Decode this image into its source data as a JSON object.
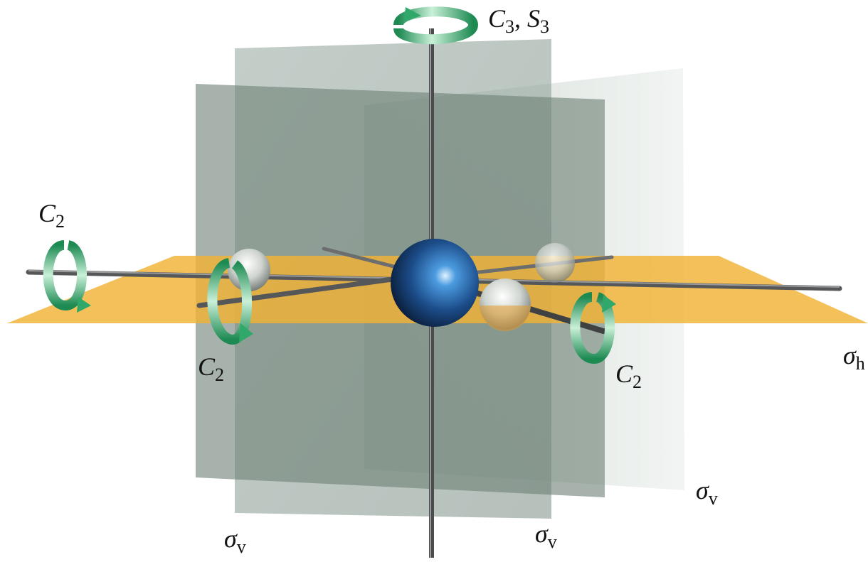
{
  "labels": {
    "c3_s3": {
      "c": "C",
      "c_sub": "3",
      "sep": ", ",
      "s": "S",
      "s_sub": "3"
    },
    "c2_left": {
      "sym": "C",
      "sub": "2"
    },
    "c2_front": {
      "sym": "C",
      "sub": "2"
    },
    "c2_right": {
      "sym": "C",
      "sub": "2"
    },
    "sigma_h": {
      "sym": "σ",
      "sub": "h"
    },
    "sigma_v_left": {
      "sym": "σ",
      "sub": "v"
    },
    "sigma_v_mid": {
      "sym": "σ",
      "sub": "v"
    },
    "sigma_v_right": {
      "sym": "σ",
      "sub": "v"
    }
  },
  "colors": {
    "horizontal_plane": "#f2b234",
    "vertical_plane": "#6f8278",
    "rotation_arrow": "#2fa86a",
    "central_atom": "#2c5f9e",
    "ligand_atom": "#d9dbd6",
    "axis_rod": "#4a4c4e"
  }
}
